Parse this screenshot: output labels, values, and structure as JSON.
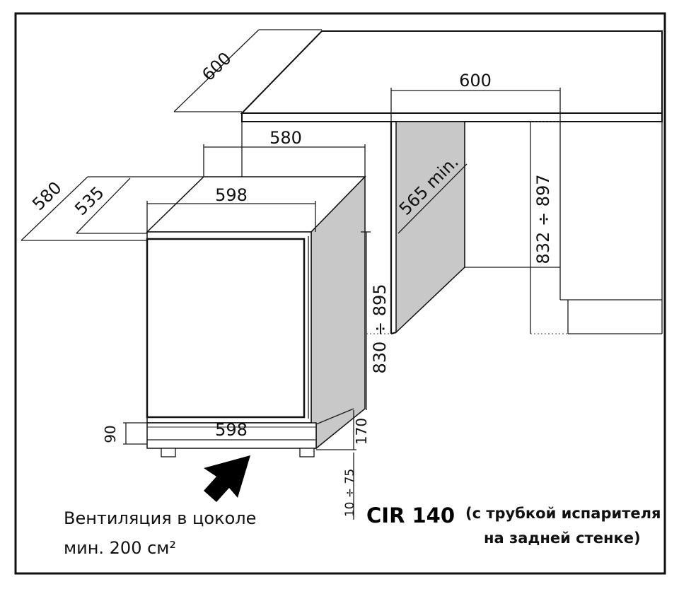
{
  "dimensions": {
    "countertop_depth": "600",
    "niche_width": "600",
    "cabinet_depth_top": "580",
    "cabinet_depth_left": "580",
    "cabinet_depth_inner": "535",
    "cabinet_width_top": "598",
    "niche_depth_min": "565 min.",
    "niche_height": "832 ÷ 897",
    "appliance_height": "830 ÷ 895",
    "plinth_height": "90",
    "plinth_width": "598",
    "plinth_depth": "170",
    "feet_adjust": "10 ÷ 75"
  },
  "caption": {
    "line1": "Вентиляция в цоколе",
    "line2": "мин. 200 см²"
  },
  "model": {
    "name": "CIR 140",
    "note_line1": "(с трубкой испарителя",
    "note_line2": "на задней стенке)"
  },
  "colors": {
    "panel_gray": "#c8c8c8",
    "line": "#1a1a1a",
    "frame": "#111111"
  }
}
